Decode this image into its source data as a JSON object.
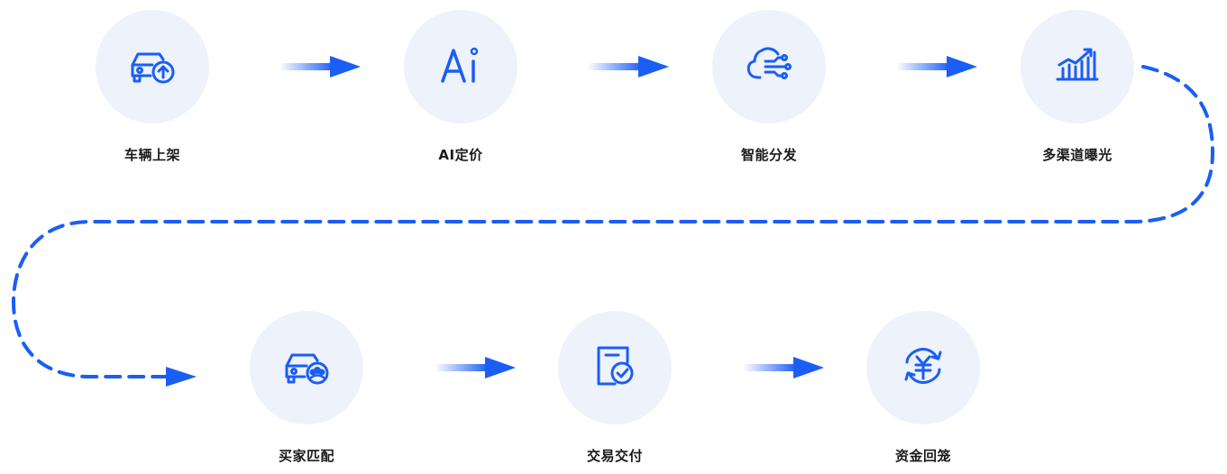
{
  "accent_color": "#1a5ef5",
  "steps": [
    {
      "label": "车辆上架",
      "icon": "car-upload-icon"
    },
    {
      "label": "AI定价",
      "icon": "ai-icon"
    },
    {
      "label": "智能分发",
      "icon": "cloud-network-icon"
    },
    {
      "label": "多渠道曝光",
      "icon": "chart-growth-icon"
    },
    {
      "label": "买家匹配",
      "icon": "car-buyers-icon"
    },
    {
      "label": "交易交付",
      "icon": "document-check-icon"
    },
    {
      "label": "资金回笼",
      "icon": "yuan-cycle-icon"
    }
  ]
}
